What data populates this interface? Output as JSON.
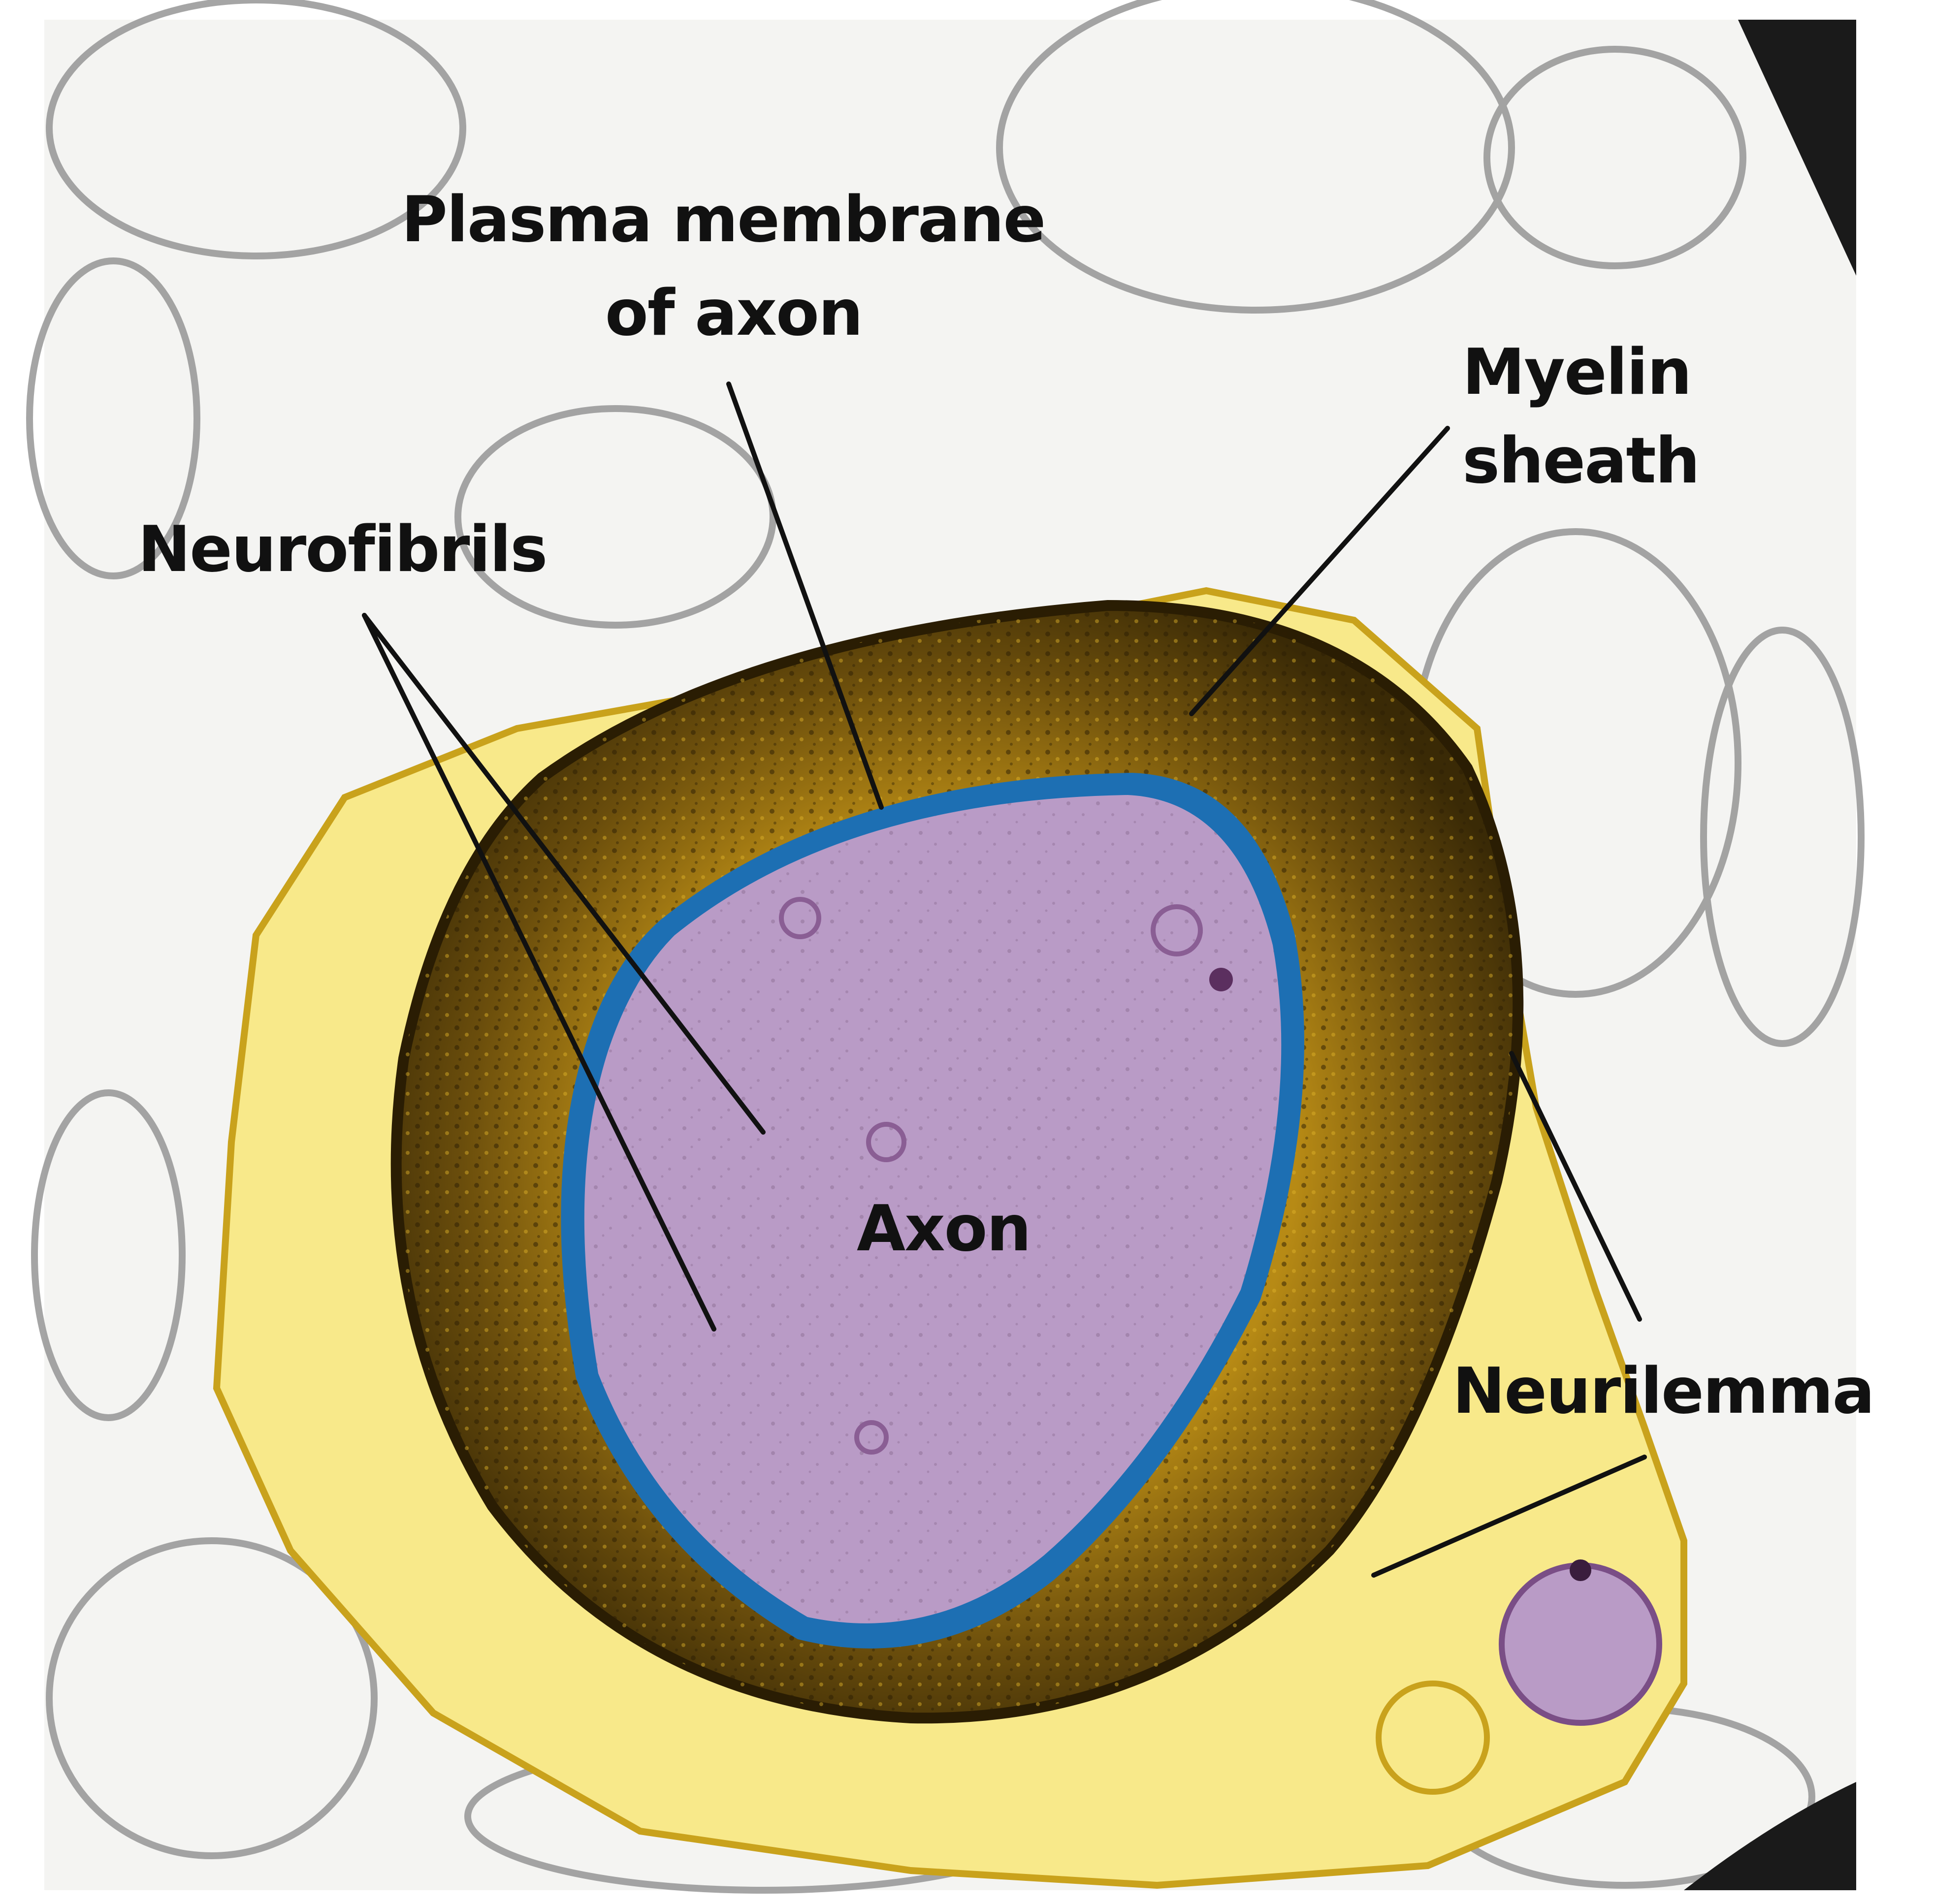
{
  "labels": {
    "plasma_membrane": [
      "Plasma membrane",
      "of axon"
    ],
    "myelin_sheath": [
      "Myelin",
      "sheath"
    ],
    "neurofibrils": "Neurofibrils",
    "axon": "Axon",
    "neurilemma": "Neurilemma"
  },
  "colors": {
    "background_tissue": "#f4f4f2",
    "tissue_outline": "#8f8f8f",
    "neurilemma_fill": "#f8e98a",
    "myelin_outer": "#6b4e0c",
    "myelin_inner": "#a88018",
    "plasma_membrane": "#1d6fb3",
    "axon_fill": "#b99bc6",
    "label_text": "#111111"
  }
}
